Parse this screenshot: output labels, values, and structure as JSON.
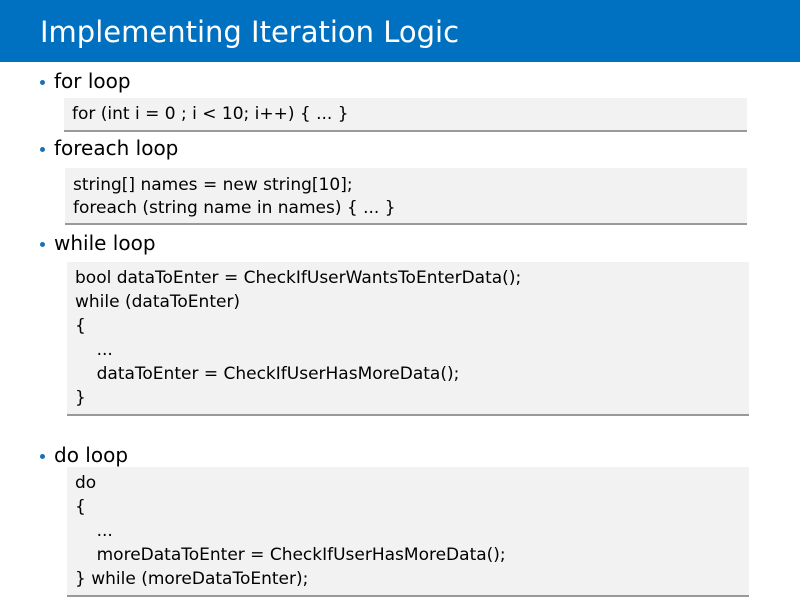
{
  "slide": {
    "title": "Implementing Iteration Logic",
    "colors": {
      "title_bar": "#0070c0",
      "bullet": "#1a6fb5",
      "code_bg": "#f2f2f2",
      "code_border": "#999999"
    },
    "sections": [
      {
        "label": "for loop",
        "code": [
          "for (int i = 0 ; i < 10; i++) { ... }"
        ]
      },
      {
        "label": "foreach loop",
        "code": [
          "string[] names = new string[10];",
          "foreach (string name in names) { ... }"
        ]
      },
      {
        "label": "while loop",
        "code": [
          "bool dataToEnter = CheckIfUserWantsToEnterData();",
          "while (dataToEnter)",
          "{",
          "    ...",
          "    dataToEnter = CheckIfUserHasMoreData();",
          "}"
        ]
      },
      {
        "label": "do loop",
        "code": [
          "do",
          "{",
          "    ...",
          "    moreDataToEnter = CheckIfUserHasMoreData();",
          "} while (moreDataToEnter);"
        ]
      }
    ]
  }
}
